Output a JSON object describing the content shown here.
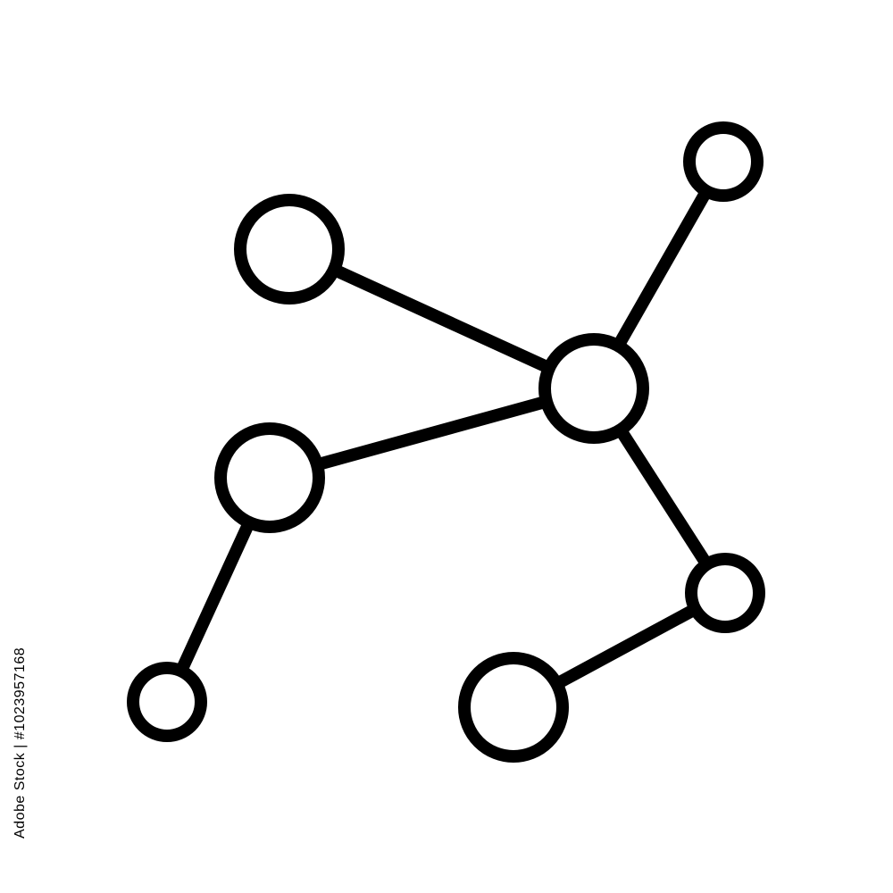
{
  "icon": {
    "name": "network-graph-icon",
    "stroke_color": "#000000",
    "fill_color": "#ffffff",
    "background_color": "#ffffff",
    "node_count": 7,
    "edge_count": 6
  },
  "watermark": {
    "id_text": "Adobe Stock | #1023957168"
  }
}
